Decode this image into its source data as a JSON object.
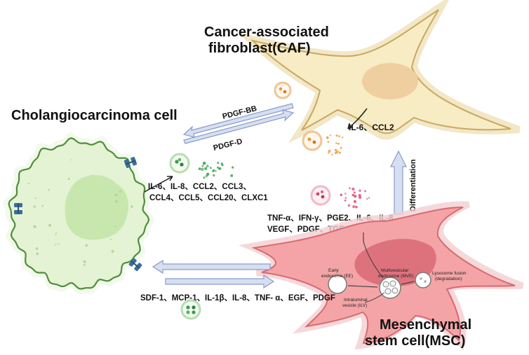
{
  "cells": {
    "caf": {
      "line1": "Cancer-associated",
      "line2": "fibroblast(CAF)"
    },
    "cholangio": {
      "title": "Cholangiocarcinoma cell"
    },
    "msc": {
      "line1": "Mesenchymal",
      "line2": "stem cell(MSC)"
    }
  },
  "arrows": {
    "pdgf_bb": "PDGF-BB",
    "pdgf_d": "PDGF-D",
    "differentiation": "Differentiation"
  },
  "factors": {
    "caf_secreted": "IL-6、CCL2",
    "tumor_line1": "IL-6、IL-8、CCL2、CCL3、",
    "tumor_line2": "CCL4、CCL5、CCL20、CLXC1",
    "msc_line1": "TNF-α、IFN-γ、PGE2、IL-6、IL-8、",
    "msc_line2": "VEGF、PDGF、TGF、CXCL1、CCL2",
    "bottom_line": "SDF-1、MCP-1、IL-1β、IL-8、TNF- α、EGF、PDGF"
  },
  "msc_internal": {
    "early_endosome_1": "Early",
    "early_endosome_2": "endosome (EE)",
    "mve_1": "Multivesicular",
    "mve_2": "endosome (MVE)",
    "lysosome_1": "Lysosome fusion",
    "lysosome_2": "(degradation)",
    "ilv_1": "Intraluminal",
    "ilv_2": "vesicle (ILV)"
  },
  "colors": {
    "caf_fill": "#f8ecc4",
    "caf_outline": "#c9a860",
    "caf_nucleus": "#efcfa0",
    "tumor_fill": "#e4f3d3",
    "tumor_outline": "#4e8f3c",
    "tumor_nucleus": "#c3e4a8",
    "msc_fill": "#f4a4a6",
    "msc_outline": "#d86a70",
    "msc_nucleus": "#d86a74",
    "arrow_fill": "#d6dff2",
    "arrow_stroke": "#8b9cc8",
    "receptor": "#3a6e9c",
    "dots_green": "#46a85a",
    "dots_orange": "#e8983a",
    "dots_pink": "#e05a7e"
  }
}
